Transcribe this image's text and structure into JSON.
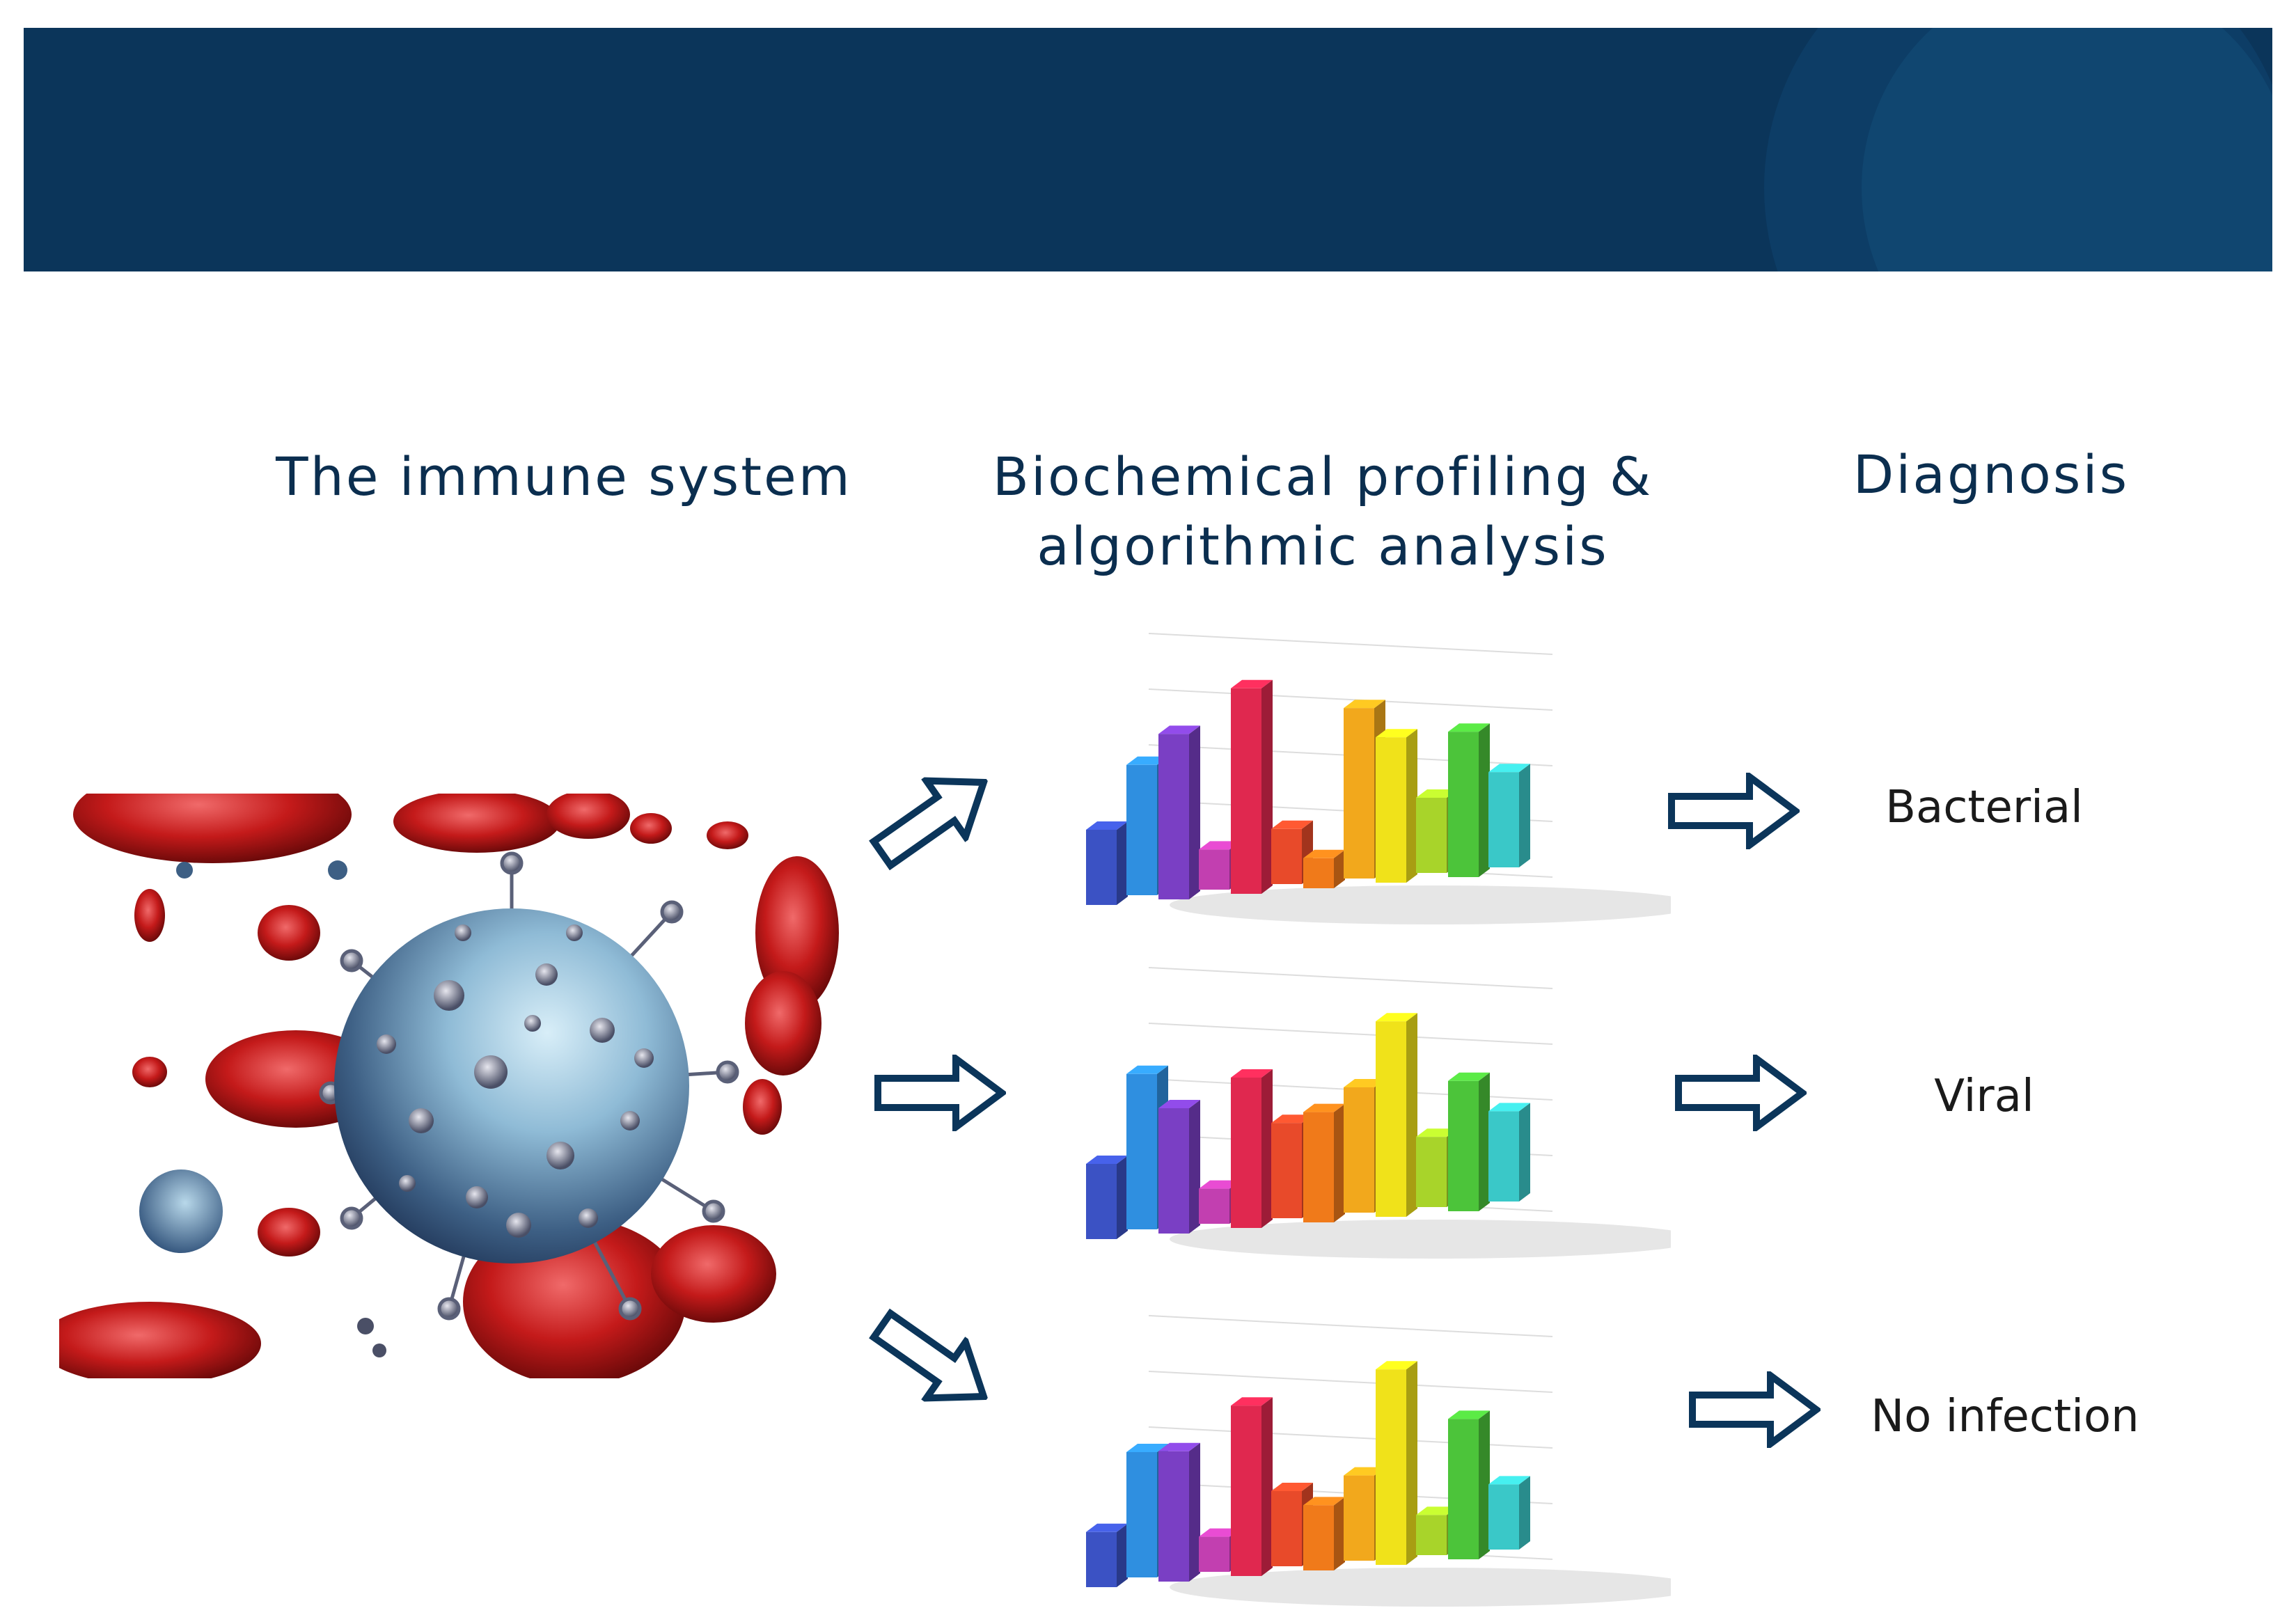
{
  "banner": {
    "color": "#0b355a"
  },
  "headings": {
    "immune": "The immune system",
    "bio": "Biochemical profiling &\nalgorithmic analysis",
    "diagnosis": "Diagnosis"
  },
  "outcomes": [
    "Bacterial",
    "Viral",
    "No infection"
  ],
  "accent_color": "#0b355a",
  "charts": [
    {
      "bars": [
        0.3,
        0.52,
        0.66,
        0.16,
        0.82,
        0.22,
        0.12,
        0.68,
        0.58,
        0.3,
        0.58,
        0.38
      ]
    },
    {
      "bars": [
        0.3,
        0.62,
        0.5,
        0.14,
        0.6,
        0.38,
        0.44,
        0.5,
        0.78,
        0.28,
        0.52,
        0.36
      ]
    },
    {
      "bars": [
        0.22,
        0.5,
        0.52,
        0.14,
        0.68,
        0.3,
        0.26,
        0.34,
        0.78,
        0.16,
        0.56,
        0.26
      ]
    }
  ],
  "bar_colors": [
    "#3b52c4",
    "#2f8fe0",
    "#7a3fc4",
    "#c23fb0",
    "#e0284f",
    "#e84a2a",
    "#f07a1a",
    "#f2a81c",
    "#f0e21a",
    "#a8d42a",
    "#4cc43a",
    "#3ac8c8"
  ],
  "icons": {
    "cell_image": "immune-cell-illustration",
    "arrow": "outline-arrow-icon"
  }
}
